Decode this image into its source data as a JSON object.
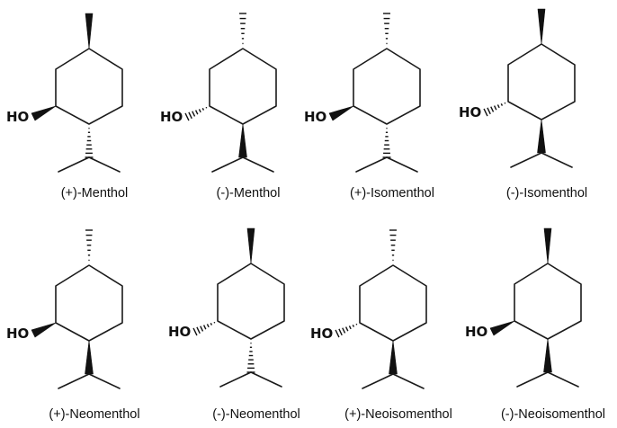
{
  "hydroxyl_label": "HO",
  "molecules": [
    {
      "name": "(+)-Menthol",
      "methyl": "wedge",
      "hydroxyl": "wedge",
      "isopropyl": "hash"
    },
    {
      "name": "(-)-Menthol",
      "methyl": "hash",
      "hydroxyl": "hash",
      "isopropyl": "wedge"
    },
    {
      "name": "(+)-Isomenthol",
      "methyl": "hash",
      "hydroxyl": "wedge",
      "isopropyl": "hash"
    },
    {
      "name": "(-)-Isomenthol",
      "methyl": "wedge",
      "hydroxyl": "hash",
      "isopropyl": "wedge"
    },
    {
      "name": "(+)-Neomenthol",
      "methyl": "hash",
      "hydroxyl": "wedge",
      "isopropyl": "wedge"
    },
    {
      "name": "(-)-Neomenthol",
      "methyl": "wedge",
      "hydroxyl": "hash",
      "isopropyl": "hash"
    },
    {
      "name": "(+)-Neoisomenthol",
      "methyl": "hash",
      "hydroxyl": "hash",
      "isopropyl": "wedge"
    },
    {
      "name": "(-)-Neoisomenthol",
      "methyl": "wedge",
      "hydroxyl": "wedge",
      "isopropyl": "wedge"
    }
  ]
}
